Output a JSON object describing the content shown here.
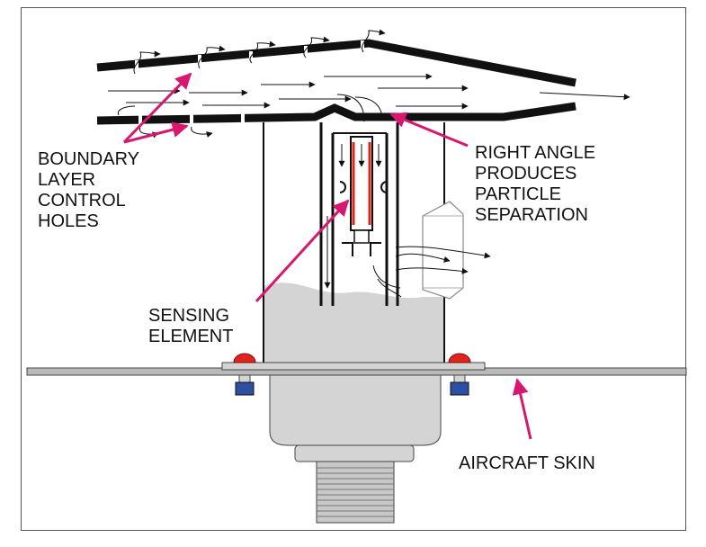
{
  "labels": {
    "boundary_layer": [
      "BOUNDARY",
      "LAYER",
      "CONTROL",
      "HOLES"
    ],
    "right_angle": [
      "RIGHT ANGLE",
      "PRODUCES",
      "PARTICLE",
      "SEPARATION"
    ],
    "sensing_element": [
      "SENSING",
      "ELEMENT"
    ],
    "aircraft_skin": "AIRCRAFT SKIN"
  },
  "colors": {
    "pointer": "#d6186e",
    "sensing_element": "#e0241c",
    "housing_fill": "#d4d4d4",
    "skin_fill": "#b9b9b9",
    "rivet_head": "#e0241c",
    "nut": "#2c4fa3"
  }
}
